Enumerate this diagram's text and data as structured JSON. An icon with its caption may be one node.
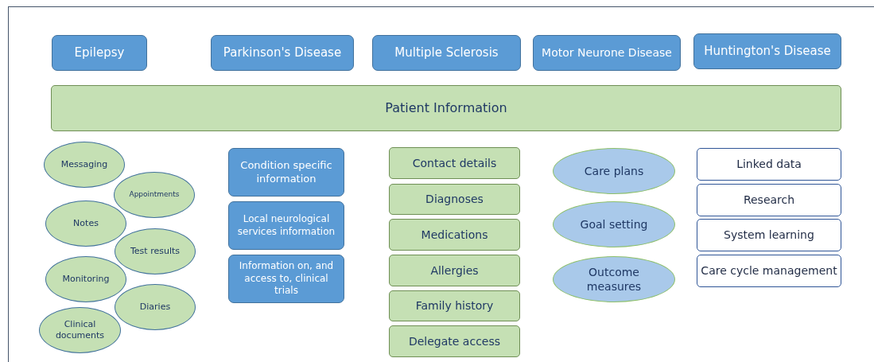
{
  "diagram": {
    "nodes": [
      {
        "text": [
          "Epilepsy"
        ]
      },
      {
        "text": [
          "Parkinson's Disease"
        ]
      },
      {
        "text": [
          "Multiple Sclerosis"
        ]
      },
      {
        "text": [
          "Motor Neurone Disease"
        ]
      },
      {
        "text": [
          "Huntington's Disease"
        ]
      },
      {
        "text": [
          "Patient Information"
        ]
      },
      {
        "text": [
          "Messaging"
        ]
      },
      {
        "text": [
          "Appointments"
        ]
      },
      {
        "text": [
          "Notes"
        ]
      },
      {
        "text": [
          "Test results"
        ]
      },
      {
        "text": [
          "Monitoring"
        ]
      },
      {
        "text": [
          "Diaries"
        ]
      },
      {
        "text": [
          "Clinical documents"
        ]
      },
      {
        "text": [
          "Condition specific information"
        ]
      },
      {
        "text": [
          "Local neurological services information"
        ]
      },
      {
        "text": [
          "Information on, and access to, clinical trials"
        ]
      },
      {
        "text": [
          "Contact details"
        ]
      },
      {
        "text": [
          "Diagnoses"
        ]
      },
      {
        "text": [
          "Medications"
        ]
      },
      {
        "text": [
          "Allergies"
        ]
      },
      {
        "text": [
          "Family history"
        ]
      },
      {
        "text": [
          "Delegate access"
        ]
      },
      {
        "text": [
          "Care plans"
        ]
      },
      {
        "text": [
          "Goal setting"
        ]
      },
      {
        "text": [
          "Outcome measures"
        ]
      },
      {
        "text": [
          "Linked data"
        ]
      },
      {
        "text": [
          "Research"
        ]
      },
      {
        "text": [
          "System learning"
        ]
      },
      {
        "text": [
          "Care cycle management"
        ]
      }
    ]
  }
}
